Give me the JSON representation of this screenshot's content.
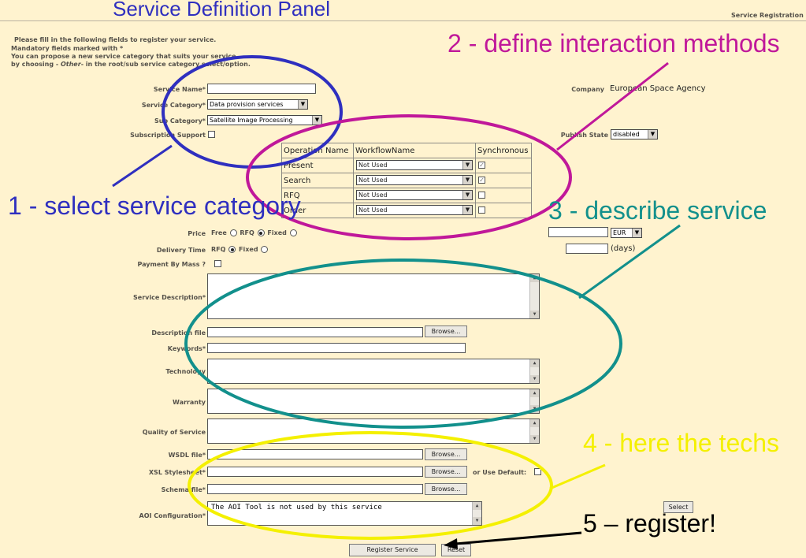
{
  "header": {
    "title": "Service Definition Panel",
    "right_tab": "Service Registration"
  },
  "intro": {
    "line1": "Please fill in the following fields to register your service.",
    "line2": "Mandatory fields marked with *",
    "line3": "You can propose a new service category that suits your service",
    "line4_a": "by choosing - ",
    "line4_em": "Other",
    "line4_b": "- in the root/sub service category select/option."
  },
  "form": {
    "service_name_label": "Service Name*",
    "service_name_value": "",
    "service_category_label": "Service Category*",
    "service_category_value": "Data provision services",
    "sub_category_label": "Sub Category*",
    "sub_category_value": "Satellite Image Processing",
    "subscription_label": "Subscription Support",
    "company_label": "Company",
    "company_value": "European Space Agency",
    "publish_label": "Publish State",
    "publish_value": "disabled",
    "price_label": "Price",
    "price_free": "Free",
    "price_rfq": "RFQ",
    "price_fixed": "Fixed",
    "price_value": "",
    "currency_value": "EUR",
    "delivery_label": "Delivery Time",
    "delivery_rfq": "RFQ",
    "delivery_fixed": "Fixed",
    "delivery_value": "",
    "delivery_unit": "(days)",
    "payment_label": "Payment By Mass ?",
    "description_label": "Service Description*",
    "description_file_label": "Description file",
    "keywords_label": "Keywords*",
    "technology_label": "Technology",
    "warranty_label": "Warranty",
    "qos_label": "Quality of Service",
    "wsdl_label": "WSDL file*",
    "xsl_label": "XSL Stylesheet*",
    "use_default_label": "or Use Default:",
    "schema_label": "Schema file*",
    "aoi_label": "AOI Configuration*",
    "aoi_value": "The AOI Tool is not used by this service",
    "browse": "Browse...",
    "select": "Select",
    "register": "Register Service",
    "reset": "Reset"
  },
  "operations": {
    "headers": [
      "Operation Name",
      "WorkflowName",
      "Synchronous"
    ],
    "rows": [
      {
        "name": "Present",
        "workflow": "Not Used",
        "sync": true
      },
      {
        "name": "Search",
        "workflow": "Not Used",
        "sync": true
      },
      {
        "name": "RFQ",
        "workflow": "Not Used",
        "sync": false
      },
      {
        "name": "Order",
        "workflow": "Not Used",
        "sync": false
      }
    ]
  },
  "annotations": {
    "step1": "1 - select service category",
    "step2": "2 - define interaction methods",
    "step3": "3 - describe service",
    "step4": "4 - here the techs",
    "step5": "5 – register!",
    "colors": {
      "blue": "#2f2fbf",
      "magenta": "#c0189a",
      "teal": "#12908c",
      "yellow": "#f4f000",
      "black": "#000000"
    }
  }
}
